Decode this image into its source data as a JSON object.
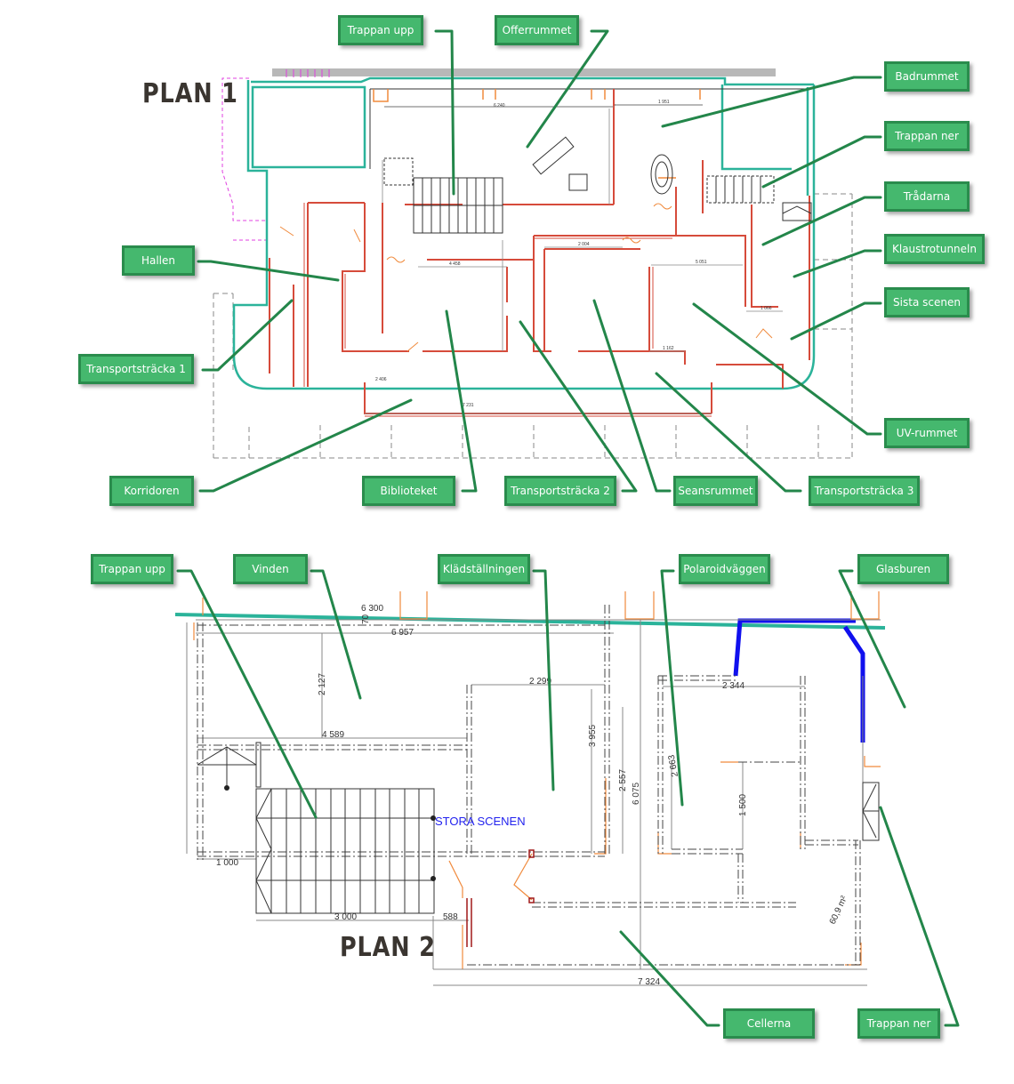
{
  "plan1": {
    "title": "PLAN 1",
    "labels": {
      "trappan_upp": "Trappan upp",
      "offerrummet": "Offerrummet",
      "badrummet": "Badrummet",
      "trappan_ner": "Trappan ner",
      "tradarna": "Trådarna",
      "klaustrotunneln": "Klaustrotunneln",
      "sista_scenen": "Sista scenen",
      "hallen": "Hallen",
      "transportstracka_1": "Transportsträcka 1",
      "uv_rummet": "UV-rummet",
      "korridoren": "Korridoren",
      "biblioteket": "Biblioteket",
      "transportstracka_2": "Transportsträcka 2",
      "seansrummet": "Seansrummet",
      "transportstracka_3": "Transportsträcka 3"
    }
  },
  "plan2": {
    "title": "PLAN 2",
    "room_name": "STORA SCENEN",
    "area": "60,9 m²",
    "dimensions": {
      "d6300": "6 300",
      "d6957": "6 957",
      "d2127": "2 127",
      "d4589": "4 589",
      "d2299": "2 299",
      "d2344": "2 344",
      "d3955": "3 955",
      "d2557": "2 557",
      "d6075": "6 075",
      "d1500": "1 500",
      "d1000": "1 000",
      "d3000": "3 000",
      "d588": "588",
      "d7324": "7 324",
      "d70": "70",
      "d2663": "2 663"
    },
    "labels": {
      "trappan_upp": "Trappan upp",
      "vinden": "Vinden",
      "kladstallningen": "Klädställningen",
      "polaroidvaggen": "Polaroidväggen",
      "glasburen": "Glasburen",
      "cellerna": "Cellerna",
      "trappan_ner": "Trappan ner"
    }
  },
  "colors": {
    "label_fill": "#45b86e",
    "label_border": "#2a8c4d",
    "leader": "#23864a",
    "wall_red": "#d64b3b",
    "outline_teal": "#2bb39a",
    "magenta": "#e040e0",
    "orange": "#f08a3c",
    "blue": "#1010ee"
  }
}
